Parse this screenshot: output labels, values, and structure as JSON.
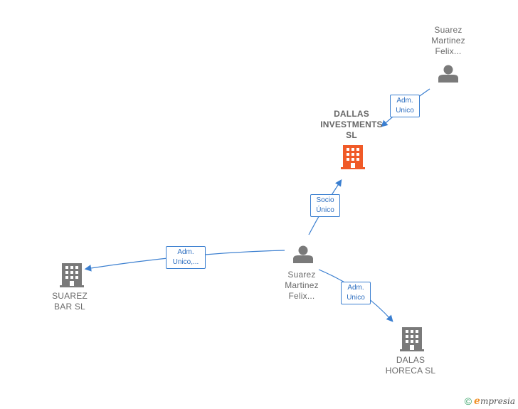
{
  "colors": {
    "edge": "#3b7fd0",
    "company": "#7a7a7a",
    "company_highlight": "#f05a28",
    "person": "#7a7a7a"
  },
  "nodes": {
    "person_top": {
      "type": "person",
      "label": "Suarez\nMartinez\nFelix..."
    },
    "dallas": {
      "type": "company",
      "label": "DALLAS\nINVESTMENTS\nSL",
      "highlight": true
    },
    "person_center": {
      "type": "person",
      "label": "Suarez\nMartinez\nFelix..."
    },
    "suarez_bar": {
      "type": "company",
      "label": "SUAREZ\nBAR SL"
    },
    "dalas_horeca": {
      "type": "company",
      "label": "DALAS\nHORECA SL"
    }
  },
  "edges": {
    "top_to_dallas": "Adm.\nUnico",
    "center_to_dallas": "Socio\nÚnico",
    "center_to_bar": "Adm.\nUnico,...",
    "center_to_horeca": "Adm.\nUnico"
  },
  "footer": {
    "copyright": "©",
    "brand_initial": "e",
    "brand_rest": "mpresia"
  }
}
